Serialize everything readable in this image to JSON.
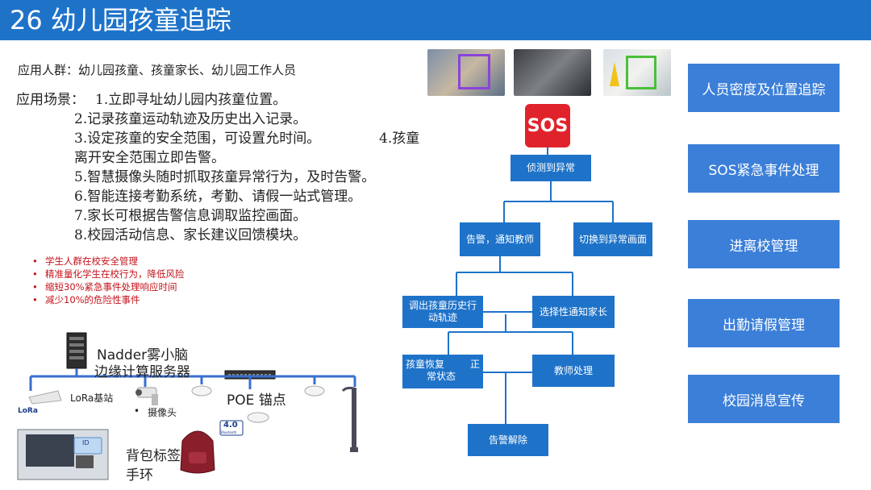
{
  "header": {
    "title": "26 幼儿园孩童追踪"
  },
  "intro": {
    "audience": "应用人群：幼儿园孩童、孩童家长、幼儿园工作人员",
    "scenario_prefix": "应用场景：",
    "scenarios": [
      "1.立即寻址幼儿园内孩童位置。",
      "2.记录孩童运动轨迹及历史出入记录。",
      "3.设定孩童的安全范围，可设置允时间。",
      "4.孩童",
      "离开安全范围立即告警。",
      "5.智慧摄像头随时抓取孩童异常行为，及时告警。",
      "6.智能连接考勤系统，考勤、请假一站式管理。",
      "7.家长可根据告警信息调取监控画面。",
      "8.校园活动信息、家长建议回馈模块。"
    ]
  },
  "benefits": [
    "学生人群在校安全管理",
    "精准量化学生在校行为，降低风险",
    "缩短30%紧急事件处理响应时间",
    "减少10%的危险性事件"
  ],
  "hardware": {
    "server_label_1": "Nadder雾小脑",
    "server_label_2": "边缘计算服务器",
    "lora_station": "LoRa基站",
    "lora_logo": "LoRa",
    "camera": "摄像头",
    "poe_anchor": "POE 锚点",
    "bluetooth_version": "4.0",
    "bluetooth_word": "Bluetooth",
    "tag_label_1": "背包标签",
    "tag_label_2": "手环",
    "id_card": "ID"
  },
  "flow": {
    "sos_label": "SOS",
    "detect": "侦测到异常",
    "alert_teacher": "告警，通知教师",
    "switch_view": "切换到异常画面",
    "history_line1": "调出孩童历史行",
    "history_line2": "动轨迹",
    "notify_parent": "选择性通知家长",
    "recover_line1": "孩童恢复",
    "recover_mid": "正",
    "recover_line2": "常状态",
    "teacher_handle": "教师处理",
    "release": "告警解除"
  },
  "modules": [
    "人员密度及位置追踪",
    "SOS紧急事件处理",
    "进离校管理",
    "出勤请假管理",
    "校园消息宣传"
  ],
  "colors": {
    "header": "#1e73c9",
    "flow_box": "#1e73c9",
    "module_box": "#3b7fd8",
    "sos": "#e0232b",
    "benefit_text": "#c4121a"
  }
}
